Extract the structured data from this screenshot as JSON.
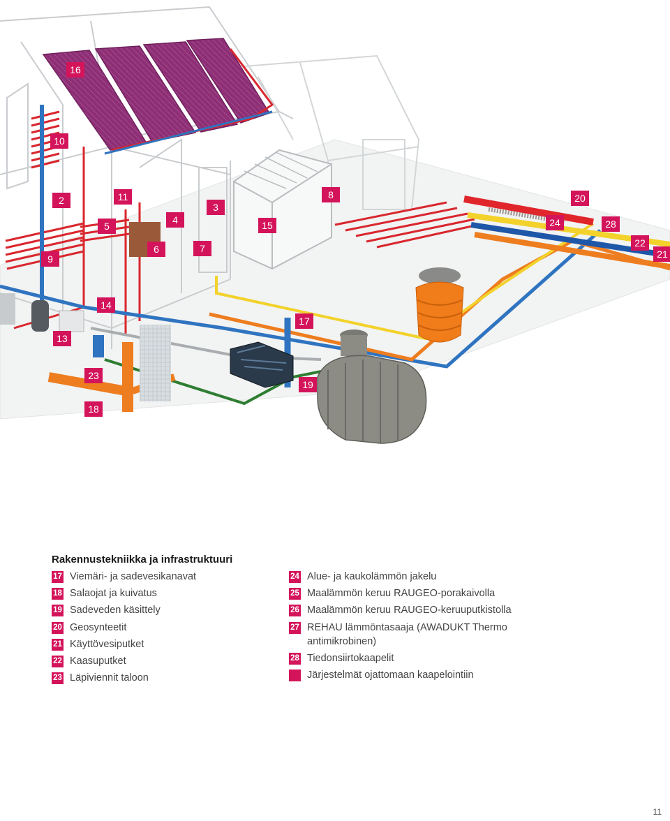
{
  "callouts": {
    "c16": "16",
    "c10": "10",
    "c2": "2",
    "c11": "11",
    "c5": "5",
    "c4": "4",
    "c3": "3",
    "c15": "15",
    "c8": "8",
    "c20": "20",
    "c24": "24",
    "c28": "28",
    "c22": "22",
    "c21": "21",
    "c9": "9",
    "c6": "6",
    "c7": "7",
    "c14": "14",
    "c17": "17",
    "c13": "13",
    "c23": "23",
    "c19": "19",
    "c18": "18"
  },
  "legend": {
    "title": "Rakennustekniikka ja infrastruktuuri",
    "left_items": [
      {
        "num": "17",
        "text": "Viemäri- ja sadevesikanavat"
      },
      {
        "num": "18",
        "text": "Salaojat ja kuivatus"
      },
      {
        "num": "19",
        "text": "Sadeveden käsittely"
      },
      {
        "num": "20",
        "text": "Geosynteetit"
      },
      {
        "num": "21",
        "text": "Käyttövesiputket"
      },
      {
        "num": "22",
        "text": "Kaasuputket"
      },
      {
        "num": "23",
        "text": "Läpiviennit taloon"
      }
    ],
    "right_items": [
      {
        "num": "24",
        "text": "Alue- ja kaukolämmön jakelu"
      },
      {
        "num": "25",
        "text": "Maalämmön keruu RAUGEO-porakaivolla"
      },
      {
        "num": "26",
        "text": "Maalämmön keruu RAUGEO-keruuputkistolla"
      },
      {
        "num": "27",
        "text": "REHAU lämmöntasaaja (AWADUKT Thermo"
      },
      {
        "num": "",
        "text": "antimikrobinen)"
      },
      {
        "num": "28",
        "text": "Tiedonsiirtokaapelit"
      },
      {
        "num": "",
        "text": "Järjestelmät ojattomaan kaapelointiin"
      }
    ]
  },
  "page_number": "11",
  "colors": {
    "accent": "#d4145a",
    "pipe_red": "#d9272e",
    "pipe_blue": "#2f74c0",
    "pipe_orange": "#ee7d1f",
    "pipe_yellow": "#f2d22b",
    "pipe_green": "#2e7d32",
    "solar": "#8b2a72",
    "tank_grey": "#8c8c85"
  }
}
